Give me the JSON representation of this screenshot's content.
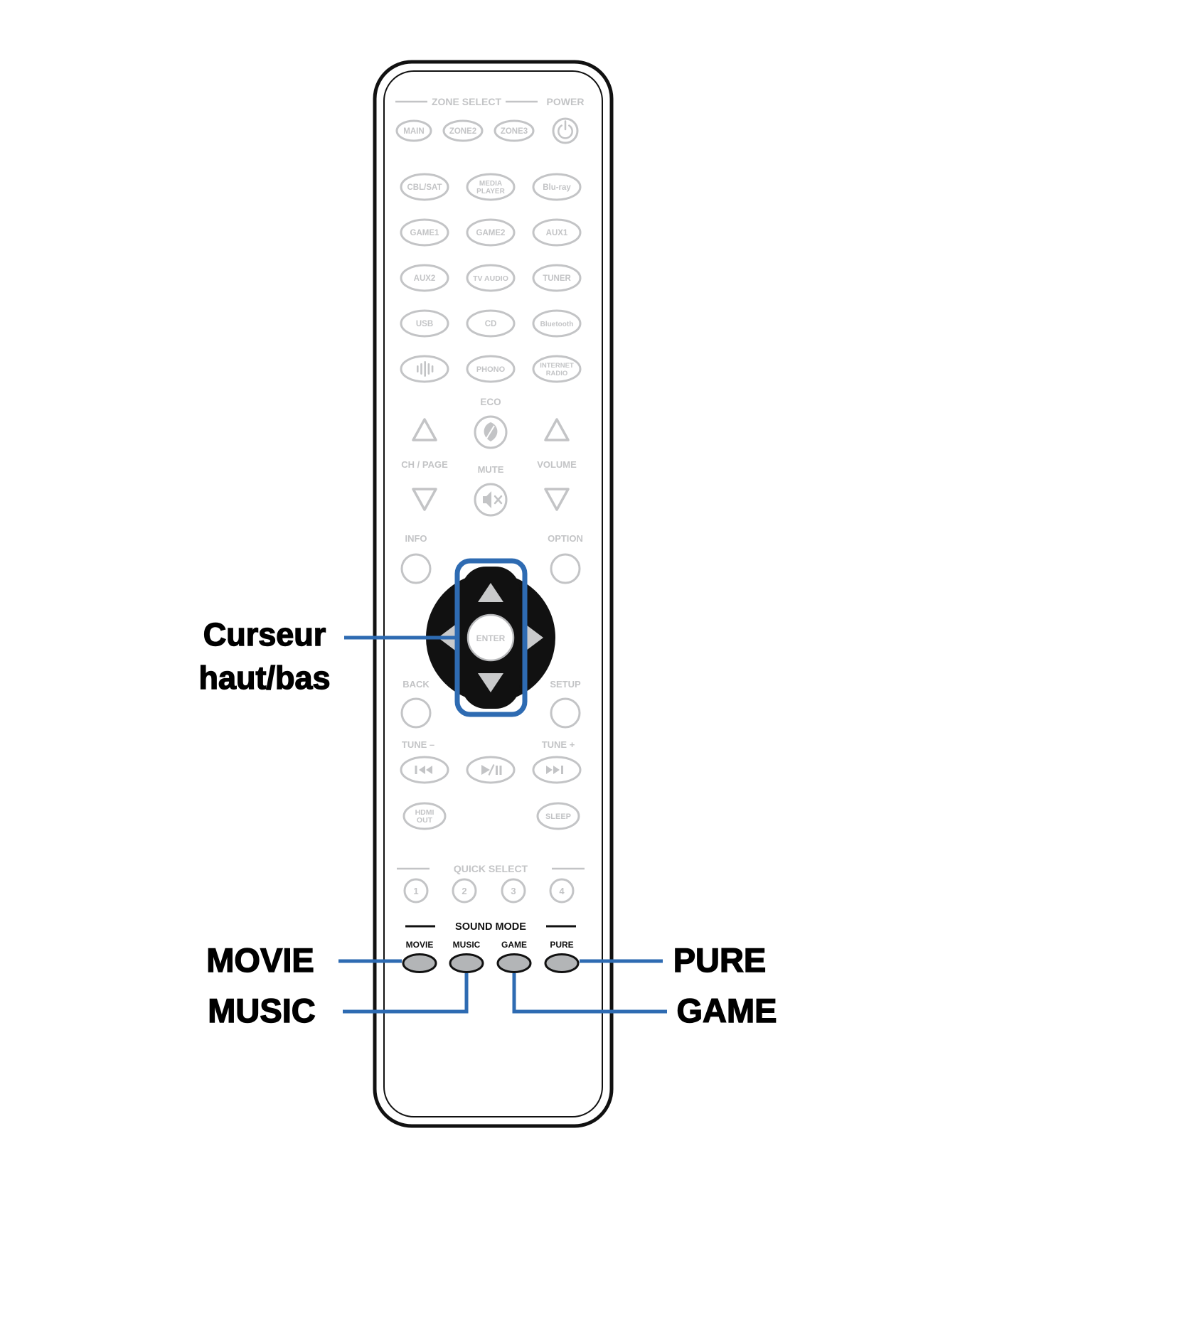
{
  "colors": {
    "accent_blue": "#2e6bb2",
    "remote_grey": "#c3c4c6",
    "outline_black": "#111111",
    "sound_mode_button_fill": "#b3b5b7"
  },
  "header": {
    "zone_select": "ZONE SELECT",
    "power": "POWER",
    "main": "MAIN",
    "zone2": "ZONE2",
    "zone3": "ZONE3"
  },
  "sources": {
    "cbl_sat": "CBL/SAT",
    "media_l1": "MEDIA",
    "media_l2": "PLAYER",
    "blu_ray": "Blu-ray",
    "game1": "GAME1",
    "game2": "GAME2",
    "aux1": "AUX1",
    "aux2": "AUX2",
    "tv_audio": "TV AUDIO",
    "tuner": "TUNER",
    "usb": "USB",
    "cd": "CD",
    "bluetooth": "Bluetooth",
    "phono": "PHONO",
    "inet_l1": "INTERNET",
    "inet_l2": "RADIO"
  },
  "controls": {
    "eco": "ECO",
    "ch_page": "CH / PAGE",
    "mute": "MUTE",
    "volume": "VOLUME",
    "info": "INFO",
    "option": "OPTION",
    "enter": "ENTER",
    "back": "BACK",
    "setup": "SETUP",
    "tune_minus": "TUNE –",
    "tune_plus": "TUNE +",
    "hdmi_l1": "HDMI",
    "hdmi_l2": "OUT",
    "sleep": "SLEEP"
  },
  "quick_select": {
    "label": "QUICK SELECT",
    "q1": "1",
    "q2": "2",
    "q3": "3",
    "q4": "4"
  },
  "sound_mode": {
    "label": "SOUND MODE",
    "movie": "MOVIE",
    "music": "MUSIC",
    "game": "GAME",
    "pure": "PURE"
  },
  "callouts": {
    "cursor_line1": "Curseur",
    "cursor_line2": "haut/bas",
    "movie": "MOVIE",
    "music": "MUSIC",
    "pure": "PURE",
    "game": "GAME"
  }
}
